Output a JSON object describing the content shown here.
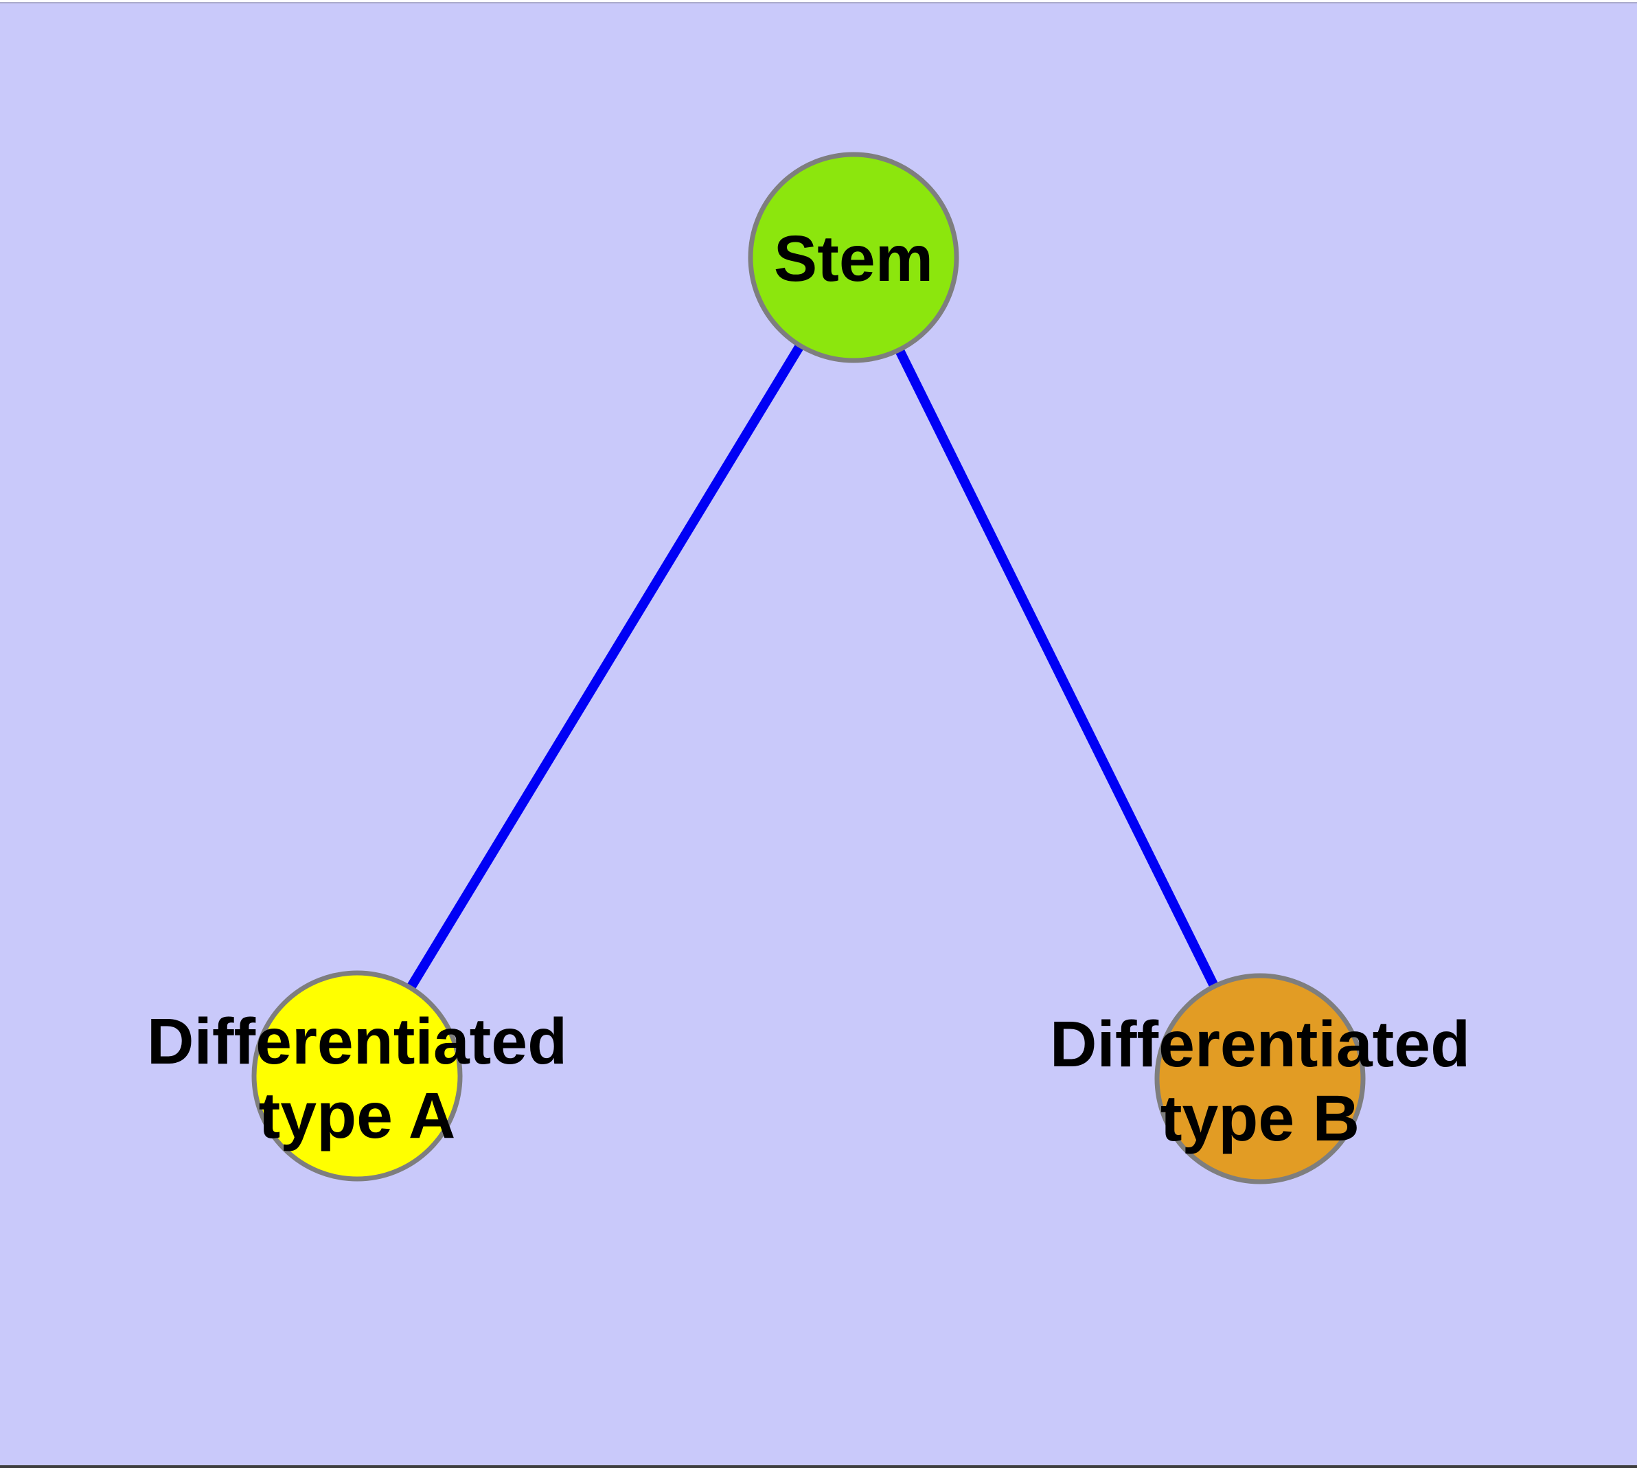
{
  "diagram": {
    "background_color": "#C9C9FA",
    "edge_color": "#0000F5",
    "node_border_color": "#7E7E7E",
    "label_color": "#000000",
    "nodes": [
      {
        "id": "stem",
        "label": "Stem",
        "fill": "#8CE60D"
      },
      {
        "id": "type-a",
        "label_line1": "Differentiated",
        "label_line2": "type A",
        "fill": "#FFFF00"
      },
      {
        "id": "type-b",
        "label_line1": "Differentiated",
        "label_line2": "type B",
        "fill": "#E29C24"
      }
    ],
    "edges": [
      {
        "from": "stem",
        "to": "type-a"
      },
      {
        "from": "stem",
        "to": "type-b"
      }
    ]
  }
}
